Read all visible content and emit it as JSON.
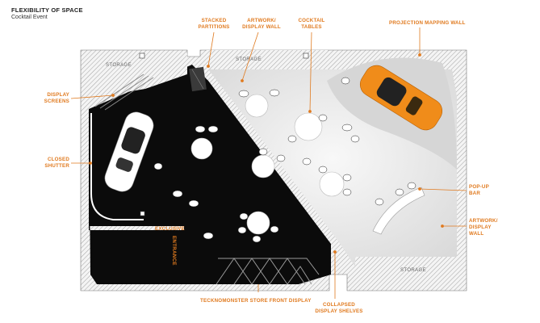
{
  "title": "FLEXIBILITY OF SPACE",
  "subtitle": "Cocktail Event",
  "labels": {
    "stacked_partitions": "STACKED PARTITIONS",
    "artwork_display_wall_top": "ARTWORK/ DISPLAY WALL",
    "cocktail_tables": "COCKTAIL TABLES",
    "projection_mapping_wall": "PROJECTION MAPPING WALL",
    "display_screens": "DISPLAY SCREENS",
    "closed_shutter": "CLOSED SHUTTER",
    "pop_up_bar": "POP-UP BAR",
    "artwork_display_wall_right": "ARTWORK/ DISPLAY WALL",
    "exclusive": "EXCLUSIVE",
    "entrance": "ENTRANCE",
    "store_front_display": "TECKNOMONSTER STORE FRONT DISPLAY",
    "collapsed_display_shelves": "COLLAPSED DISPLAY SHELVES"
  },
  "storage": {
    "top_left": "STORAGE",
    "top_mid": "STORAGE",
    "bottom_right": "STORAGE"
  },
  "colors": {
    "accent": "#e07a1f",
    "floor_dark": "#0a0a0a",
    "floor_light": "#ececec",
    "car_orange": "#f08c1a"
  }
}
